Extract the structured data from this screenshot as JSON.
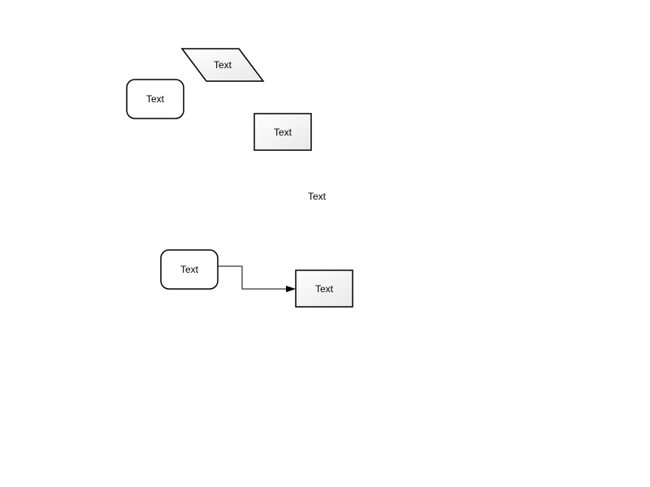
{
  "diagram": {
    "shapes": [
      {
        "id": "parallelogram-1",
        "kind": "parallelogram",
        "label": "Text"
      },
      {
        "id": "rounded-1",
        "kind": "rounded-rect",
        "label": "Text"
      },
      {
        "id": "rect-1",
        "kind": "rect",
        "label": "Text"
      },
      {
        "id": "free-text-1",
        "kind": "text",
        "label": "Text"
      },
      {
        "id": "rounded-2",
        "kind": "rounded-rect",
        "label": "Text"
      },
      {
        "id": "rect-2",
        "kind": "rect",
        "label": "Text"
      }
    ],
    "connectors": [
      {
        "from": "rounded-2",
        "to": "rect-2",
        "style": "orthogonal-arrow"
      }
    ]
  }
}
